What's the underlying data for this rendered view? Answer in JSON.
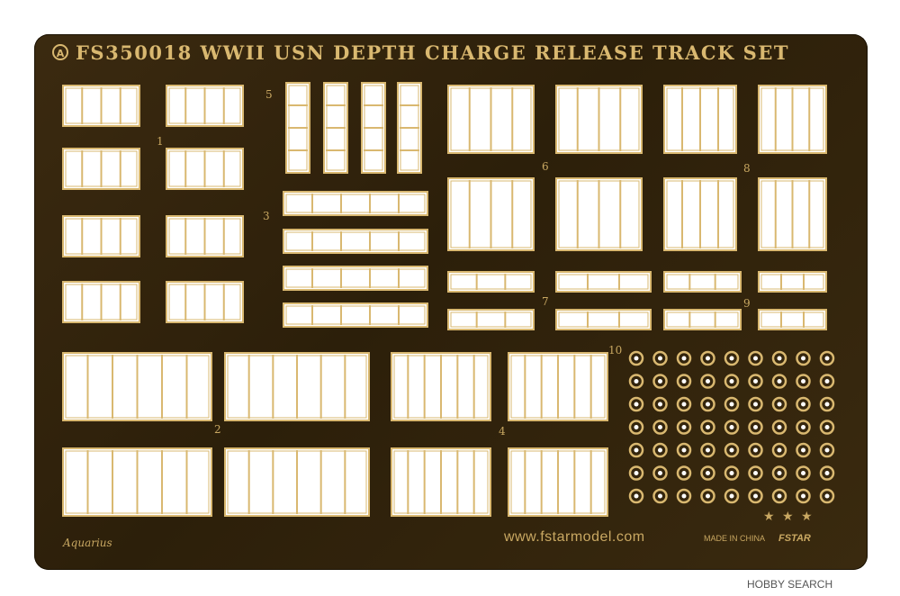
{
  "sheet": {
    "title": "FS350018 WWII USN DEPTH CHARGE RELEASE TRACK SET",
    "logo_glyph": "A",
    "part_numbers": [
      "1",
      "2",
      "3",
      "4",
      "5",
      "6",
      "7",
      "8",
      "9",
      "10"
    ],
    "brand": "Aquarius",
    "website": "www.fstarmodel.com",
    "made_in": "MADE IN CHINA",
    "maker_mark": "FSTAR",
    "stars_glyph": "★ ★ ★"
  },
  "watermark": {
    "text": "HOBBY SEARCH"
  },
  "colors": {
    "brass": "#d9b870",
    "fret": "#2c1f0a",
    "opening": "#ffffff"
  }
}
